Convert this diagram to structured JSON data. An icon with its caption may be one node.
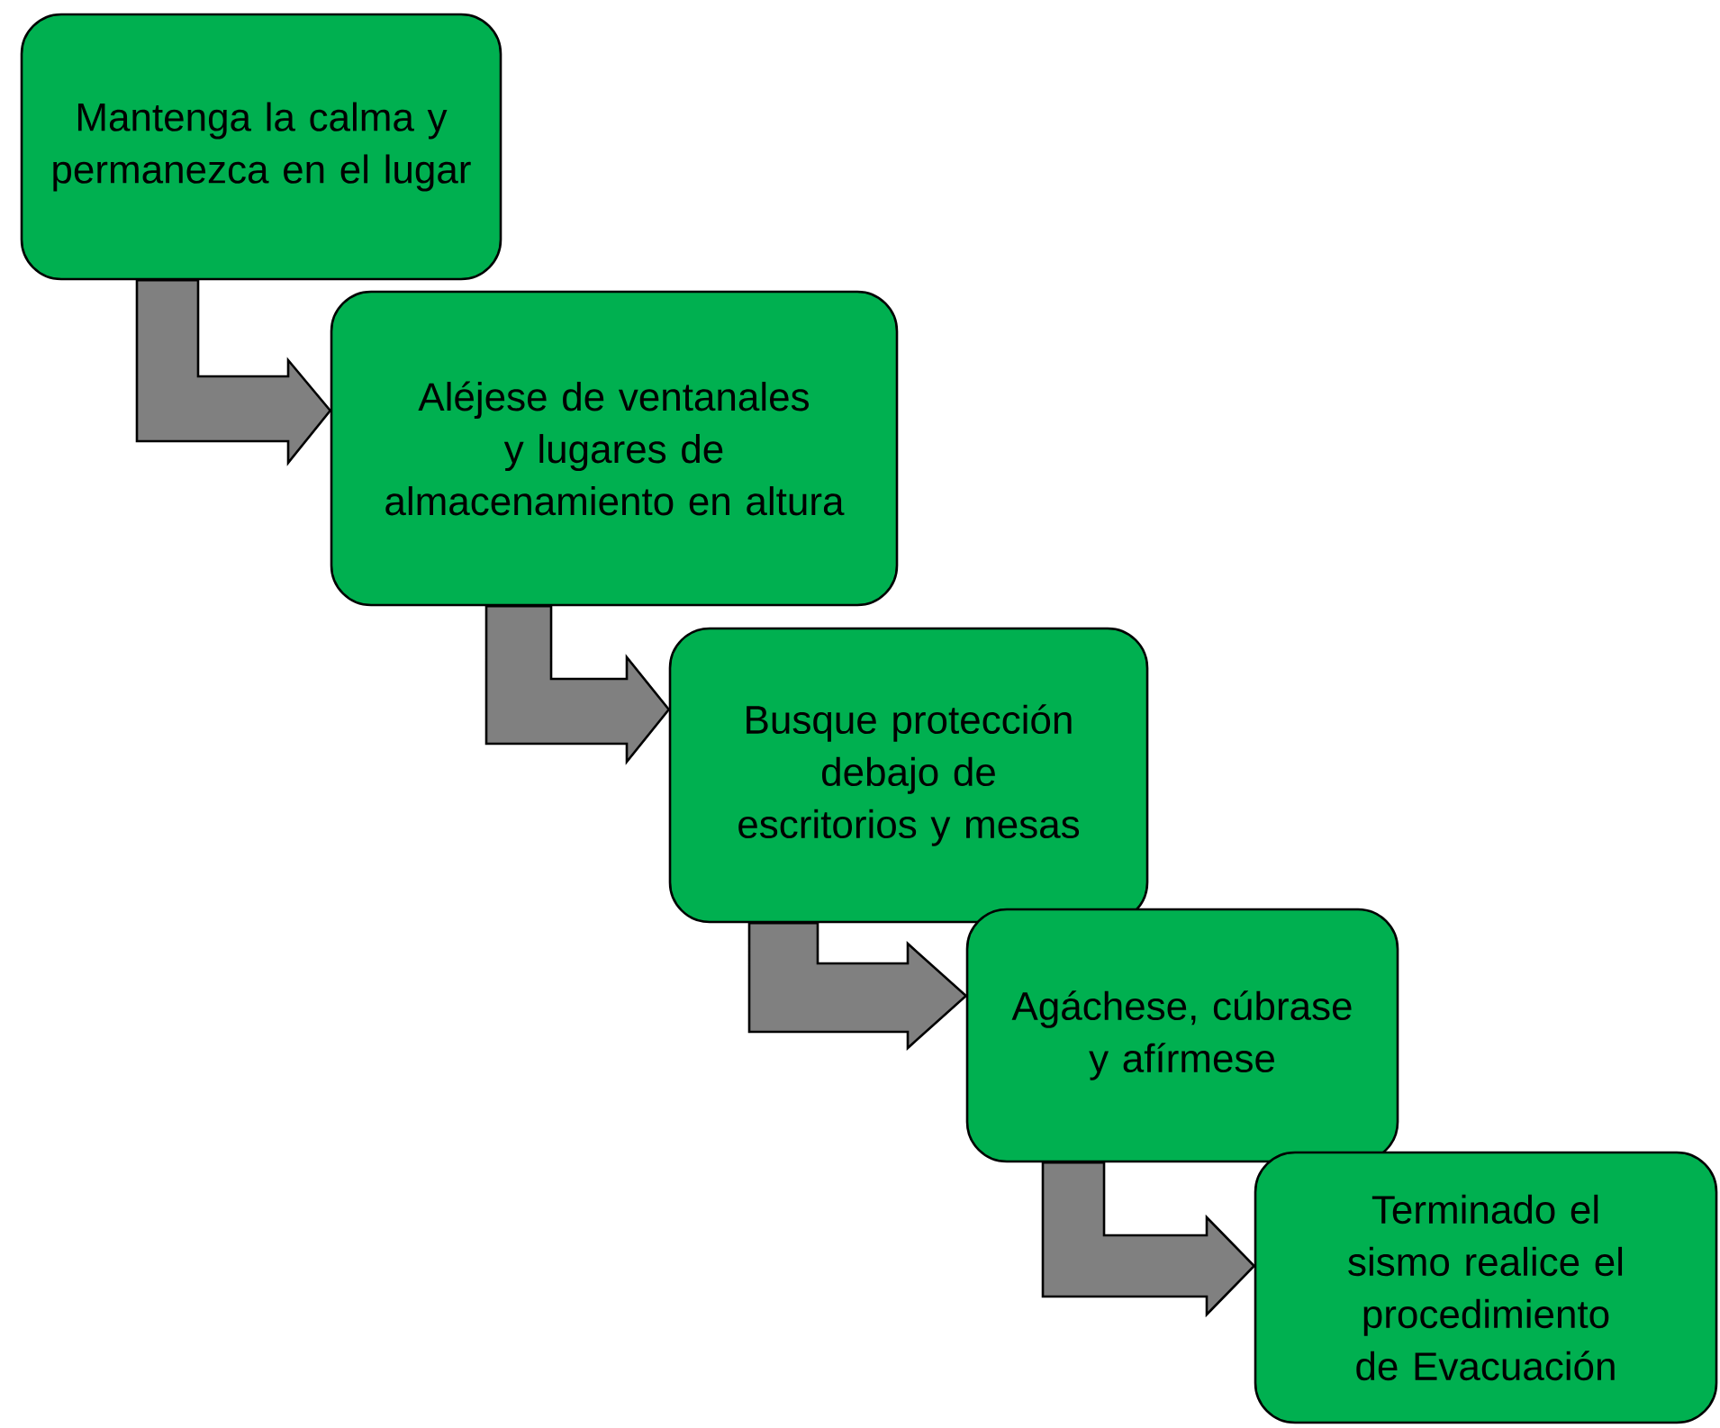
{
  "diagram": {
    "nodes": [
      {
        "text": [
          "Mantenga la calma y permanezca en el lugar"
        ]
      },
      {
        "text": [
          "Aléjese de ventanales y lugares de almacenamiento en altura"
        ]
      },
      {
        "text": [
          "Busque protección debajo de escritorios y mesas"
        ]
      },
      {
        "text": [
          "Agáchese, cúbrase y afírmese"
        ]
      },
      {
        "text": [
          "Terminado el sismo realice el procedimiento de Evacuación"
        ]
      }
    ],
    "edges": [
      {
        "from": 0,
        "to": 1,
        "arrow": "to"
      },
      {
        "from": 1,
        "to": 2,
        "arrow": "to"
      },
      {
        "from": 2,
        "to": 3,
        "arrow": "to"
      },
      {
        "from": 3,
        "to": 4,
        "arrow": "to"
      }
    ]
  }
}
